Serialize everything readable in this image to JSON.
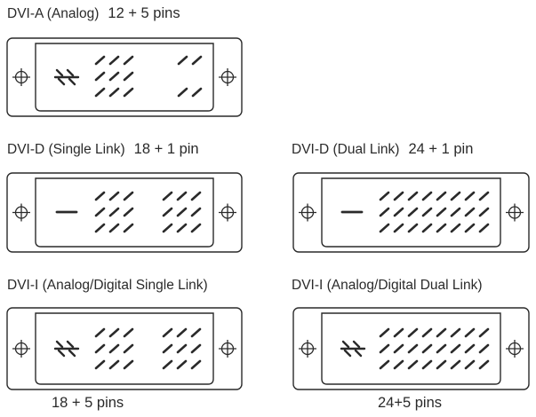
{
  "connectors": [
    {
      "id": "dvi-a",
      "name": "DVI-A (Analog)",
      "pins": "12 + 5 pins"
    },
    {
      "id": "dvi-d-single",
      "name": "DVI-D (Single Link)",
      "pins": "18 + 1 pin"
    },
    {
      "id": "dvi-d-dual",
      "name": "DVI-D (Dual Link)",
      "pins": "24 + 1 pin"
    },
    {
      "id": "dvi-i-single",
      "name": "DVI-I (Analog/Digital Single Link)",
      "pins": "18 + 5 pins"
    },
    {
      "id": "dvi-i-dual",
      "name": "DVI-I (Analog/Digital Dual Link)",
      "pins": "24+5 pins"
    }
  ]
}
